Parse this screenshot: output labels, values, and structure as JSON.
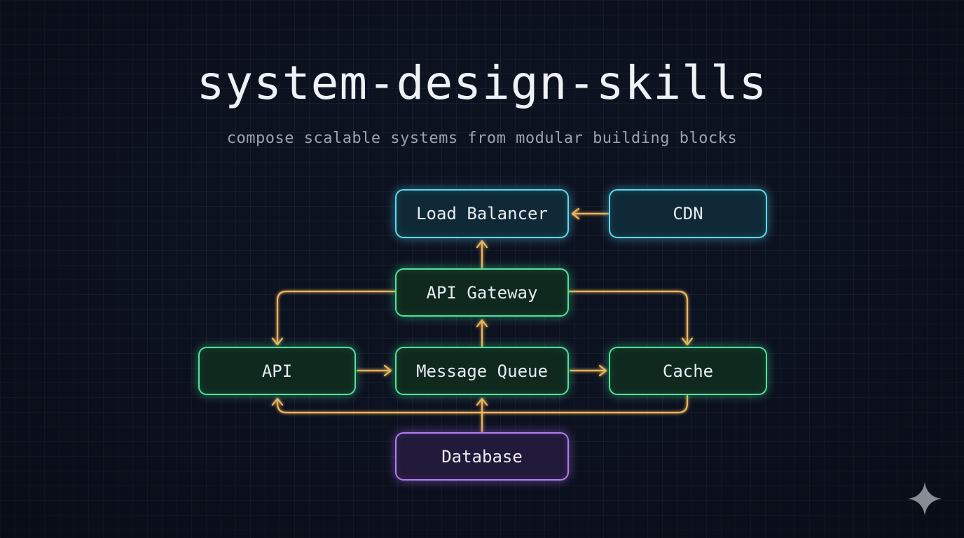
{
  "title": "system-design-skills",
  "subtitle": "compose scalable systems from modular building blocks",
  "colors": {
    "edge": "#f2b55a",
    "load_balancer": "#5fd8f0",
    "gateway": "#4fe39a",
    "database": "#b47cf0"
  },
  "nodes": {
    "load_balancer": "Load Balancer",
    "cdn": "CDN",
    "api_gateway": "API Gateway",
    "api": "API",
    "message_queue": "Message Queue",
    "cache": "Cache",
    "database": "Database"
  },
  "edges": [
    {
      "from": "CDN",
      "to": "Load Balancer"
    },
    {
      "from": "API Gateway",
      "to": "Load Balancer"
    },
    {
      "from": "API Gateway",
      "to": "API"
    },
    {
      "from": "API Gateway",
      "to": "Cache"
    },
    {
      "from": "API",
      "to": "Message Queue"
    },
    {
      "from": "Message Queue",
      "to": "API Gateway"
    },
    {
      "from": "Message Queue",
      "to": "Cache"
    },
    {
      "from": "Database",
      "to": "Message Queue"
    },
    {
      "from": "Cache",
      "to": "API"
    }
  ],
  "icons": {
    "corner": "sparkle-icon"
  }
}
